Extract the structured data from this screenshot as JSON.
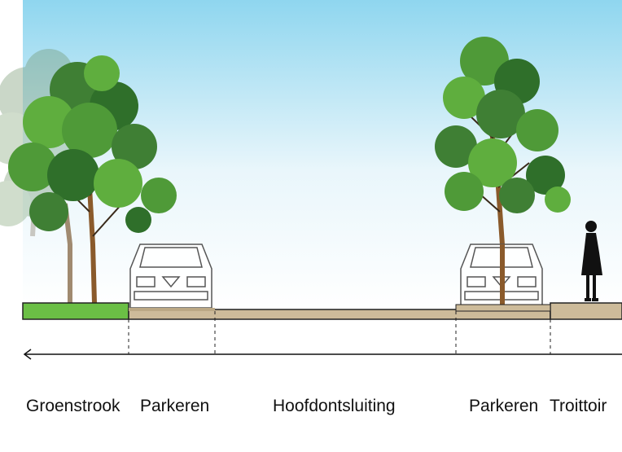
{
  "labels": {
    "groenstrook": "Groenstrook",
    "parkeren_left": "Parkeren",
    "hoofdontsluiting": "Hoofdontsluiting",
    "parkeren_right": "Parkeren",
    "troittoir": "Troittoir"
  },
  "colors": {
    "sky_top": "#8fd6ef",
    "sky_bottom": "#ffffff",
    "grass": "#6bbf45",
    "road": "#cdbb9a",
    "foliage_dark": "#2f6f2a",
    "foliage_light": "#5fae3e",
    "trunk": "#8a5a2b",
    "line": "#222222"
  },
  "icons": {
    "direction_arrow": "arrow-left-icon",
    "person": "pedestrian-icon",
    "car": "car-front-icon",
    "tree": "tree-icon"
  }
}
